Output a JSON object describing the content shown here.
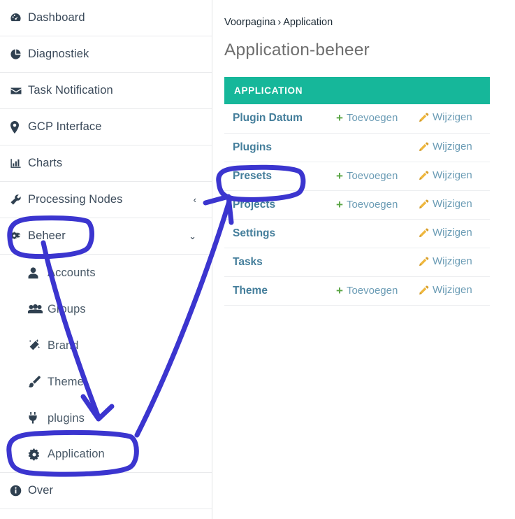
{
  "sidebar": {
    "items": [
      {
        "label": "Dashboard",
        "icon": "dashboard-icon",
        "level": "top",
        "caret": ""
      },
      {
        "label": "Diagnostiek",
        "icon": "pie-chart-icon",
        "level": "top",
        "caret": ""
      },
      {
        "label": "Task Notification",
        "icon": "envelope-icon",
        "level": "top",
        "caret": ""
      },
      {
        "label": "GCP Interface",
        "icon": "map-marker-icon",
        "level": "top",
        "caret": ""
      },
      {
        "label": "Charts",
        "icon": "bar-chart-icon",
        "level": "top",
        "caret": ""
      },
      {
        "label": "Processing Nodes",
        "icon": "wrench-icon",
        "level": "top",
        "caret": "‹"
      },
      {
        "label": "Beheer",
        "icon": "cogs-icon",
        "level": "top",
        "caret": "⌄"
      },
      {
        "label": "Accounts",
        "icon": "user-icon",
        "level": "sub",
        "caret": ""
      },
      {
        "label": "Groups",
        "icon": "users-icon",
        "level": "sub",
        "caret": ""
      },
      {
        "label": "Brand",
        "icon": "magic-wand-icon",
        "level": "sub",
        "caret": ""
      },
      {
        "label": "Theme",
        "icon": "paint-brush-icon",
        "level": "sub",
        "caret": ""
      },
      {
        "label": "plugins",
        "icon": "plug-icon",
        "level": "sub",
        "caret": ""
      },
      {
        "label": "Application",
        "icon": "gear-icon",
        "level": "sub",
        "caret": ""
      },
      {
        "label": "Over",
        "icon": "info-circle-icon",
        "level": "top",
        "caret": ""
      }
    ]
  },
  "content": {
    "breadcrumb": {
      "home": "Voorpagina",
      "separator": "›",
      "current": "Application"
    },
    "page_title": "Application-beheer",
    "table": {
      "caption": "APPLICATION",
      "add_label": "Toevoegen",
      "edit_label": "Wijzigen",
      "rows": [
        {
          "model": "Plugin Datum",
          "add": true,
          "edit": true
        },
        {
          "model": "Plugins",
          "add": false,
          "edit": true
        },
        {
          "model": "Presets",
          "add": true,
          "edit": true
        },
        {
          "model": "Projects",
          "add": true,
          "edit": true
        },
        {
          "model": "Settings",
          "add": false,
          "edit": true
        },
        {
          "model": "Tasks",
          "add": false,
          "edit": true
        },
        {
          "model": "Theme",
          "add": true,
          "edit": true
        }
      ]
    }
  },
  "annotations": {
    "ink_color": "#3b35cf",
    "marks": [
      {
        "name": "highlight-beheer-ellipse",
        "type": "ellipse"
      },
      {
        "name": "highlight-application-ellipse",
        "type": "ellipse"
      },
      {
        "name": "highlight-presets-ellipse",
        "type": "ellipse"
      },
      {
        "name": "arrow-beheer-to-application",
        "type": "arrow"
      },
      {
        "name": "arrow-application-to-presets",
        "type": "arrow"
      }
    ]
  },
  "colors": {
    "accent_green": "#16b79a",
    "link_blue": "#447e9b",
    "action_blue": "#6b9cb5",
    "add_green": "#5aa544",
    "edit_yellow": "#efb73e",
    "ink": "#3b35cf",
    "sidebar_text": "#3b4a5a",
    "title_gray": "#6e6e6e"
  }
}
